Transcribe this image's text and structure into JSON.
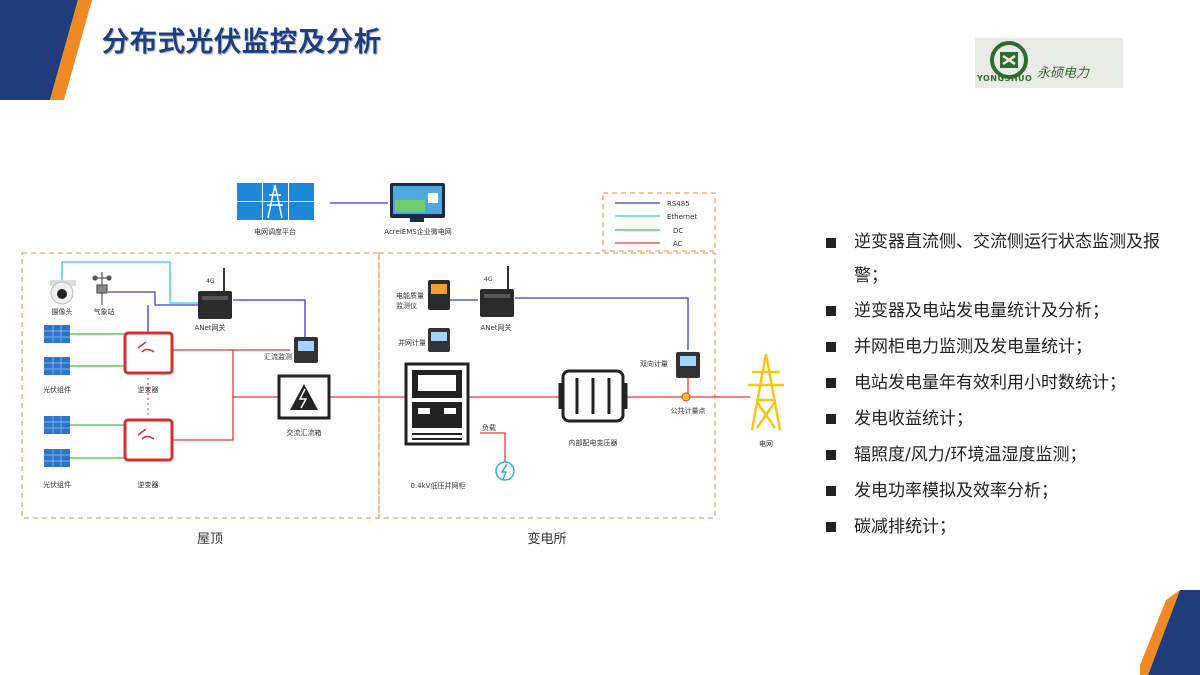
{
  "header": {
    "title": "分布式光伏监控及分析"
  },
  "logo": {
    "text": "永硕电力",
    "latin": "YONGSHUO"
  },
  "diagram": {
    "labels": {
      "grid_dispatch": "电网调度平台",
      "ems": "AcrelEMS企业微电网",
      "camera": "摄像头",
      "weather": "气象站",
      "anet1": "ANet网关",
      "anet2": "ANet网关",
      "signal1": "4G",
      "signal2": "4G",
      "pv1": "光伏组件",
      "pv2": "光伏组件",
      "inverter1": "逆变器",
      "inverter2": "逆变器",
      "combiner_monitor": "汇流监测",
      "ac_combiner": "交流汇流箱",
      "pq_monitor": "电能质量\n监测仪",
      "grid_meter": "并网计量",
      "load": "负载",
      "lv_cabinet": "0.4kV低压并网柜",
      "transformer": "内部配电变压器",
      "bidirectional_meter": "双向计量",
      "common_point": "公共计量点",
      "grid": "电网",
      "roof": "屋顶",
      "substation": "变电所"
    },
    "legend": [
      {
        "name": "RS485",
        "color": "#3b3bc4"
      },
      {
        "name": "Ethernet",
        "color": "#35c9d9"
      },
      {
        "name": "DC",
        "color": "#3cc43c"
      },
      {
        "name": "AC",
        "color": "#e03a3a"
      }
    ],
    "colors": {
      "dashed_border": "#f0a060",
      "accent": "#1f3d7a"
    }
  },
  "features": [
    "逆变器直流侧、交流侧运行状态监测及报警；",
    "逆变器及电站发电量统计及分析；",
    "并网柜电力监测及发电量统计；",
    "电站发电量年有效利用小时数统计；",
    "发电收益统计；",
    "辐照度/风力/环境温湿度监测；",
    "发电功率模拟及效率分析；",
    "碳减排统计；"
  ]
}
